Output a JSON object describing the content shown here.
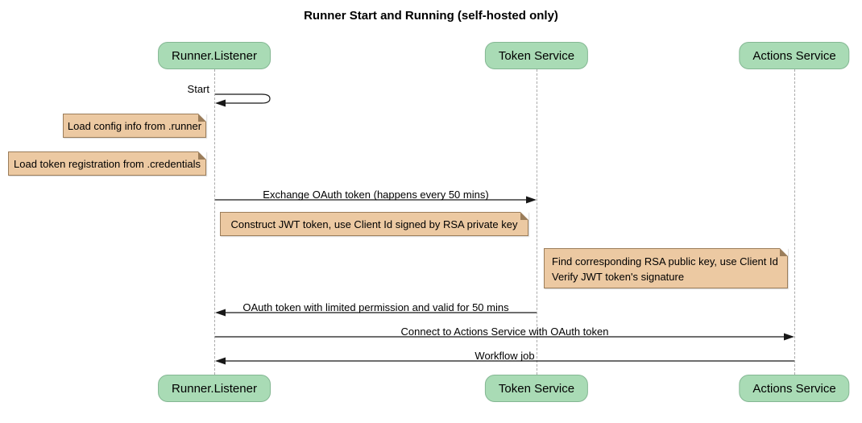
{
  "title": "Runner Start and Running (self-hosted only)",
  "participants": [
    {
      "name": "Runner.Listener"
    },
    {
      "name": "Token Service"
    },
    {
      "name": "Actions Service"
    }
  ],
  "messages": {
    "start": "Start",
    "exchange": "Exchange OAuth token (happens every 50 mins)",
    "oauth_return": "OAuth token with limited permission and valid for 50 mins",
    "connect": "Connect to Actions Service with OAuth token",
    "workflow": "Workflow job"
  },
  "notes": {
    "load_config": "Load config info from .runner",
    "load_token": "Load token registration from .credentials",
    "construct_jwt": "Construct JWT token, use Client Id signed by RSA private key",
    "find_rsa_line1": "Find corresponding RSA public key, use Client Id",
    "find_rsa_line2": "Verify JWT token's signature"
  },
  "colors": {
    "participant_fill": "#a9dbb5",
    "participant_border": "#84b793",
    "note_fill": "#ecc9a2",
    "note_border": "#9b7d5a",
    "lifeline": "#aaaaaa",
    "arrow": "#181818"
  }
}
